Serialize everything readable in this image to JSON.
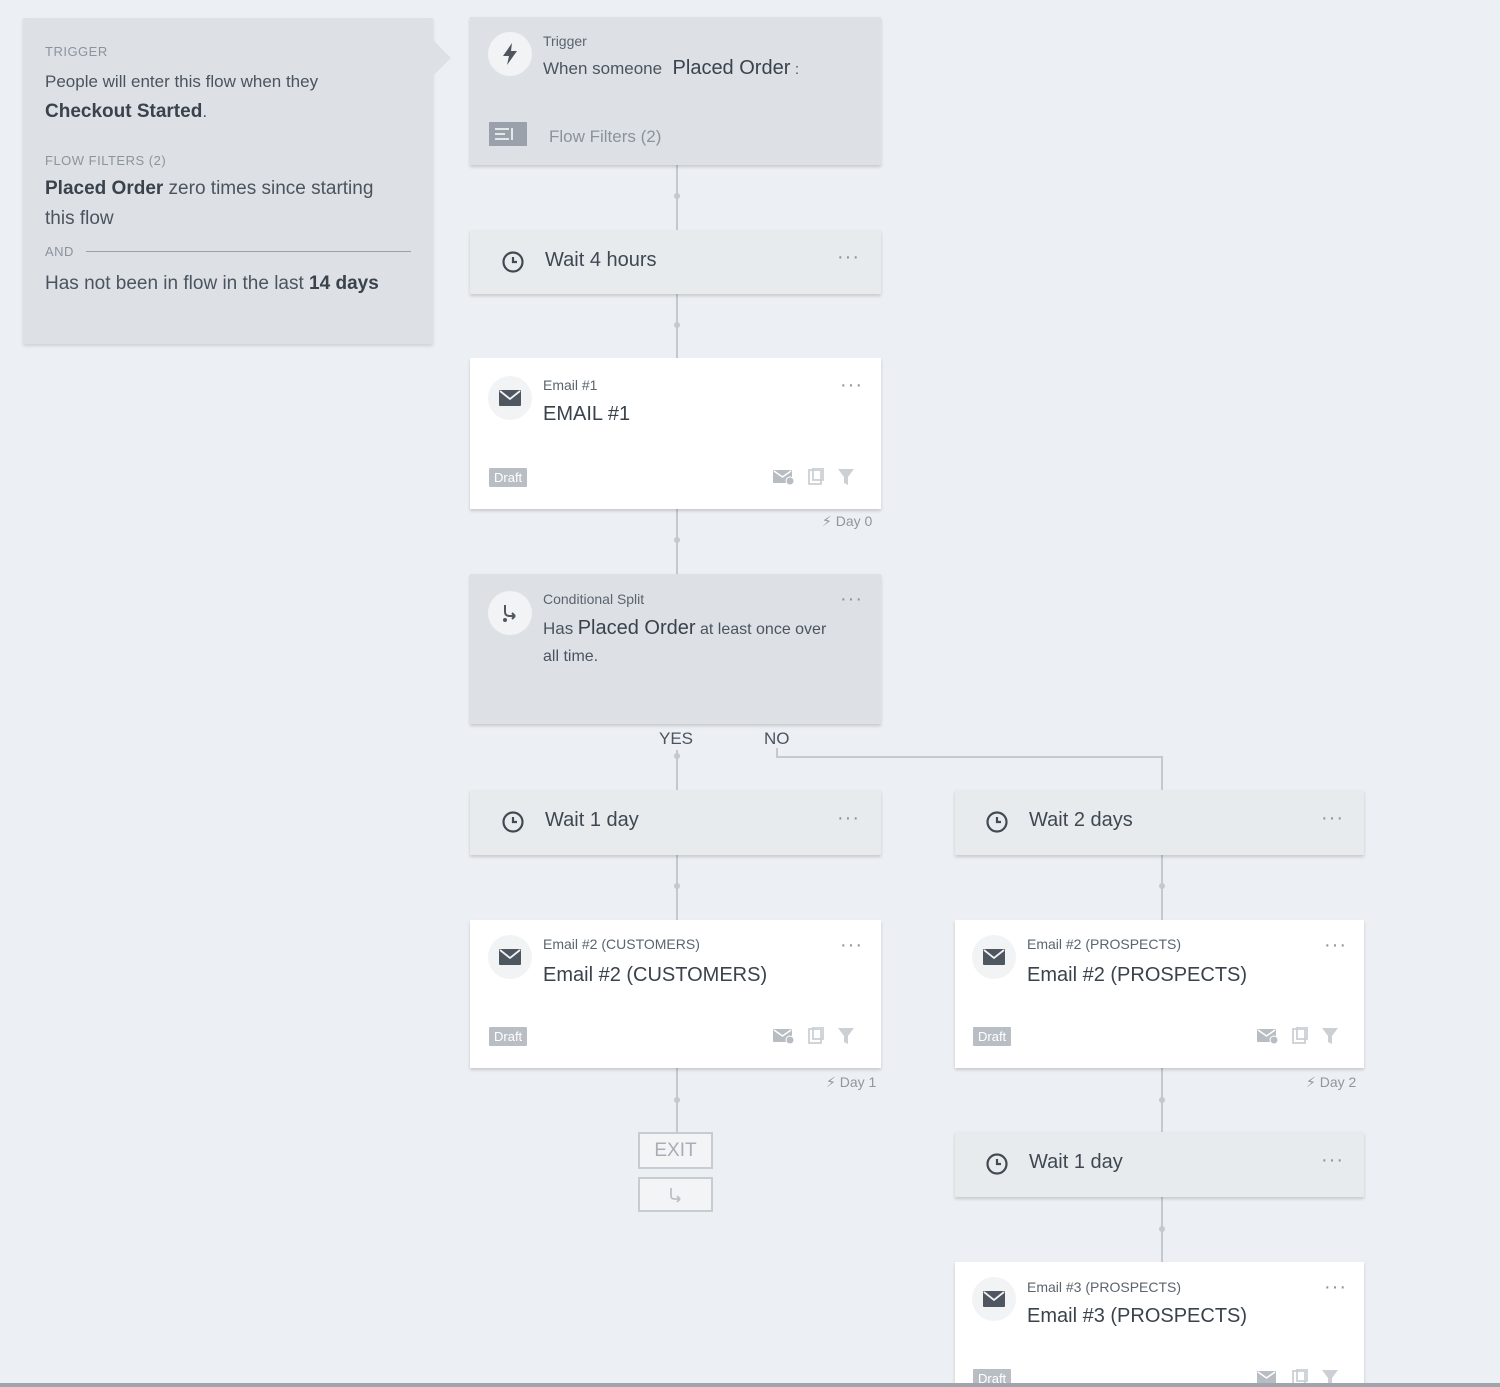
{
  "info_panel": {
    "trigger_caption": "TRIGGER",
    "trigger_text": "People will enter this flow when they",
    "trigger_event": "Checkout Started",
    "trigger_period": ".",
    "filters_caption": "FLOW FILTERS (2)",
    "filter1_strong": "Placed Order",
    "filter1_rest": " zero times since starting",
    "filter1_line2": "this flow",
    "and_label": "AND",
    "filter2_text": "Has not been in flow in the last ",
    "filter2_strong": "14 days"
  },
  "trigger_node": {
    "caption": "Trigger",
    "prefix": "When someone",
    "event": "Placed Order",
    "suffix": ":",
    "filters_label": "Flow Filters (2)",
    "icon": "lightning-icon"
  },
  "wait_4h": {
    "label": "Wait 4 hours",
    "menu": "···"
  },
  "email1": {
    "caption": "Email #1",
    "title": "EMAIL #1",
    "status": "Draft",
    "menu": "···",
    "day": "Day 0"
  },
  "split": {
    "caption": "Conditional Split",
    "prefix": "Has",
    "event": "Placed Order",
    "rest": "at least once over",
    "line2": "all time.",
    "menu": "···",
    "yes": "YES",
    "no": "NO"
  },
  "wait_yes": {
    "label": "Wait 1 day",
    "menu": "···"
  },
  "wait_no": {
    "label": "Wait 2 days",
    "menu": "···"
  },
  "email2_customers": {
    "caption": "Email #2 (CUSTOMERS)",
    "title": "Email #2 (CUSTOMERS)",
    "status": "Draft",
    "menu": "···",
    "day": "Day 1"
  },
  "email2_prospects": {
    "caption": "Email #2 (PROSPECTS)",
    "title": "Email #2 (PROSPECTS)",
    "status": "Draft",
    "menu": "···",
    "day": "Day 2"
  },
  "exit": {
    "label": "EXIT"
  },
  "wait_no2": {
    "label": "Wait 1 day",
    "menu": "···"
  },
  "email3_prospects": {
    "caption": "Email #3 (PROSPECTS)",
    "title": "Email #3 (PROSPECTS)",
    "status": "Draft",
    "menu": "···"
  }
}
